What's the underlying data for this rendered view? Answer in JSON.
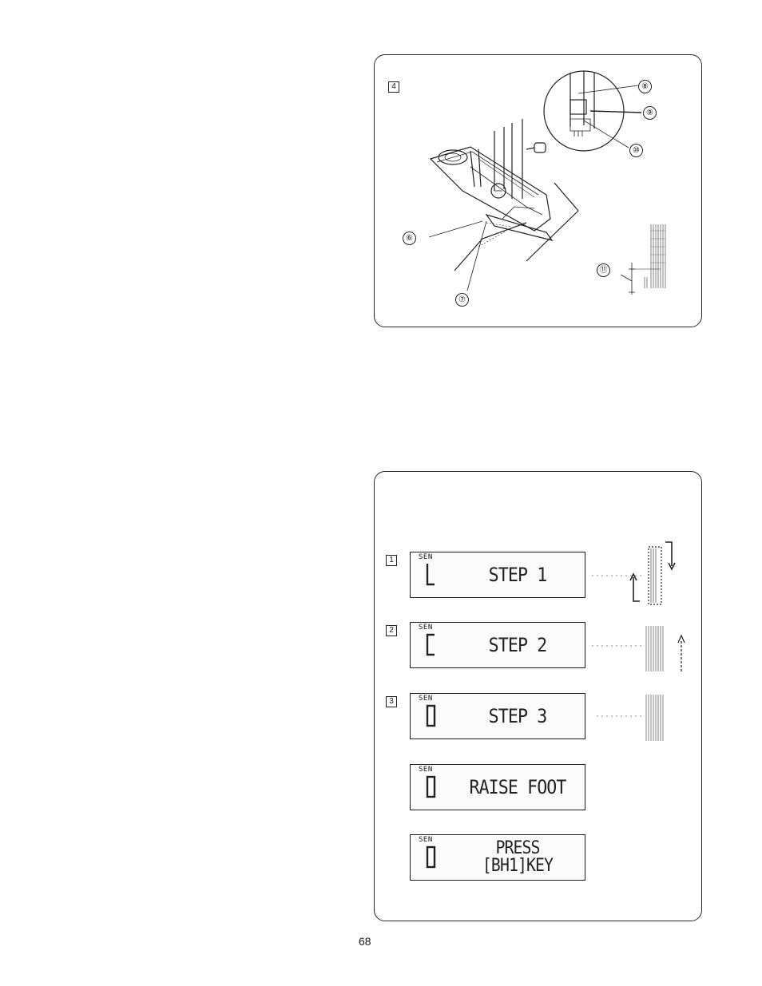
{
  "figure_buttonhole_foot": {
    "panel_label": "4",
    "callouts": [
      "⑥",
      "⑦",
      "⑧",
      "⑨",
      "⑩",
      "⑪"
    ]
  },
  "figure_lcd_steps": {
    "panel_labels": [
      "1",
      "2",
      "3"
    ],
    "displays": [
      {
        "indicator": "SEN",
        "text": "STEP 1"
      },
      {
        "indicator": "SEN",
        "text": "STEP 2"
      },
      {
        "indicator": "SEN",
        "text": "STEP 3"
      },
      {
        "indicator": "SEN",
        "text": "RAISE FOOT"
      },
      {
        "indicator": "SEN",
        "text": "PRESS\n[BH1]KEY"
      }
    ]
  },
  "page_number": "68"
}
